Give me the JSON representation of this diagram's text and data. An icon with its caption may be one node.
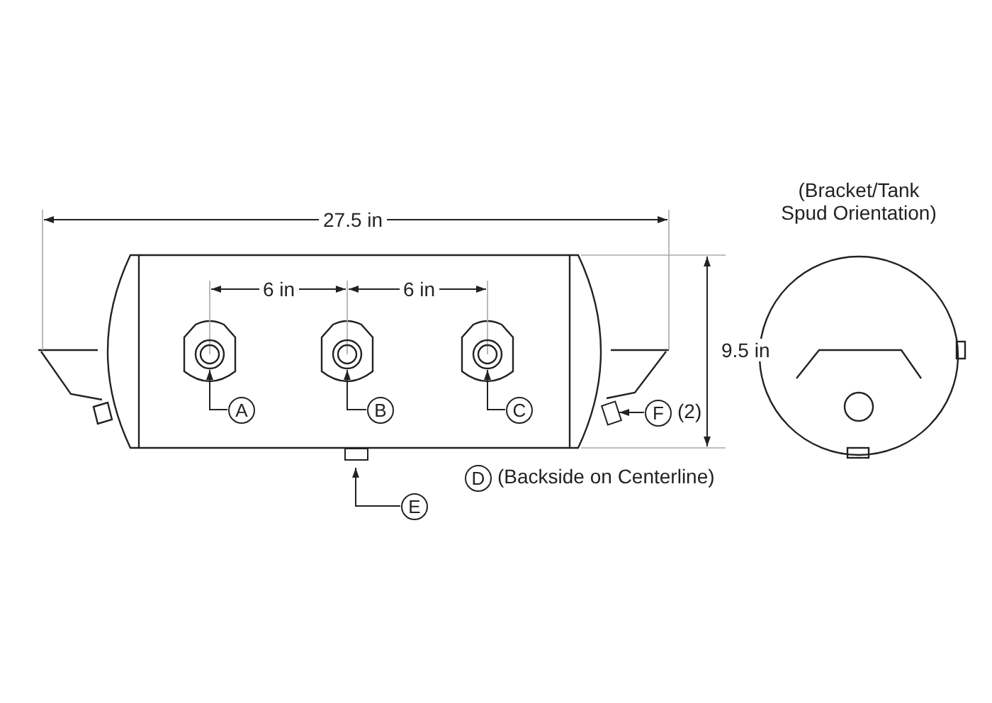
{
  "diagram": {
    "nodes": [
      {
        "text": [
          "A"
        ]
      },
      {
        "text": [
          "B"
        ]
      },
      {
        "text": [
          "C"
        ]
      },
      {
        "text": [
          "F"
        ],
        "beside": [
          "(2)"
        ]
      },
      {
        "text": [
          "D"
        ],
        "beside": [
          "(Backside on Centerline)"
        ]
      },
      {
        "text": [
          "E"
        ]
      },
      {
        "text": [],
        "shape": "circle"
      },
      {
        "text": [],
        "shape": "circle"
      },
      {
        "text": [],
        "shape": "circle"
      },
      {
        "text": [],
        "shape": "box"
      },
      {
        "text": [],
        "shape": "box"
      }
    ],
    "edges": [
      {
        "from": 0,
        "to": 6,
        "arrow": "to"
      },
      {
        "from": 1,
        "to": 7,
        "arrow": "to"
      },
      {
        "from": 2,
        "to": 8,
        "arrow": "to"
      },
      {
        "from": 3,
        "to": 9,
        "arrow": "to"
      },
      {
        "from": 5,
        "to": 10,
        "arrow": "to"
      }
    ],
    "labels": [
      "(Bracket/Tank Spud Orientation)",
      "27.5 in",
      "6 in",
      "6 in",
      "9.5 in"
    ]
  }
}
